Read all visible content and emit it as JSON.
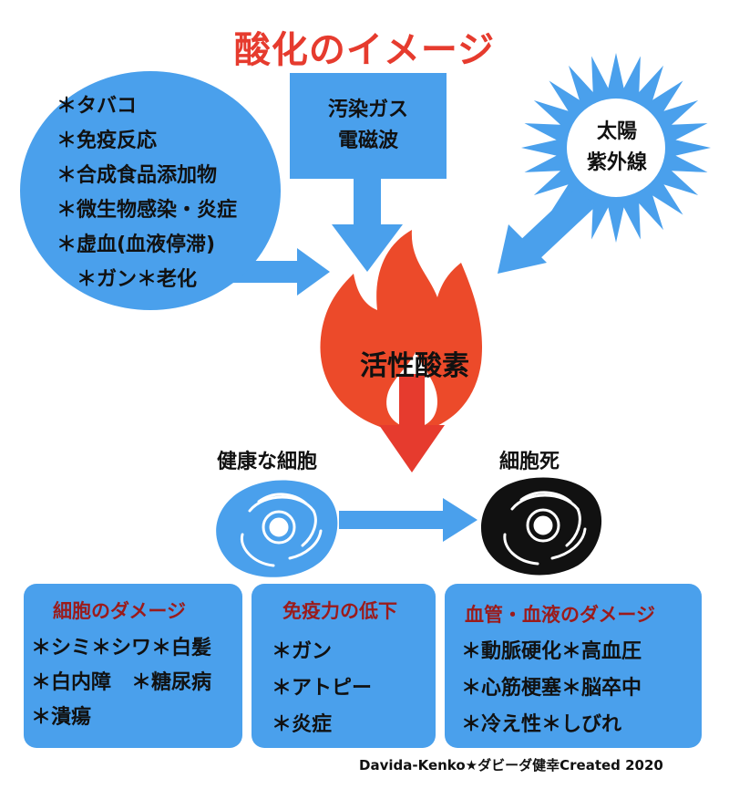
{
  "title": "酸化のイメージ",
  "left_causes": [
    "＊タバコ",
    "＊免疫反応",
    "＊合成食品添加物",
    "＊微生物感染・炎症",
    "＊虚血(血液停滞)",
    "＊ガン＊老化"
  ],
  "gas_box": {
    "line1": "汚染ガス",
    "line2": "電磁波"
  },
  "sun": {
    "line1": "太陽",
    "line2": "紫外線"
  },
  "flame_label": "活性酸素",
  "healthy_cell_label": "健康な細胞",
  "dead_cell_label": "細胞死",
  "damage_boxes": [
    {
      "title": "細胞のダメージ",
      "items": [
        "＊シミ＊シワ＊白髪",
        "＊白内障　＊糖尿病",
        "＊潰瘍"
      ]
    },
    {
      "title": "免疫力の低下",
      "items": [
        "＊ガン",
        "＊アトピー",
        "＊炎症"
      ]
    },
    {
      "title": "血管・血液のダメージ",
      "items": [
        "＊動脈硬化＊高血圧",
        "＊心筋梗塞＊脳卒中",
        "＊冷え性＊しびれ"
      ]
    }
  ],
  "credit": "Davida-Kenko★ダビーダ健幸Created 2020",
  "colors": {
    "blue": "#4aa0ec",
    "red_title": "#e63b2e",
    "dark_red_heading": "#9b1b1b",
    "flame": "#ec4a2a",
    "black": "#111111"
  },
  "icons": {
    "sun": "sun-icon",
    "flame": "flame-icon",
    "healthy_cell": "cell-icon",
    "dead_cell": "dead-cell-icon"
  }
}
